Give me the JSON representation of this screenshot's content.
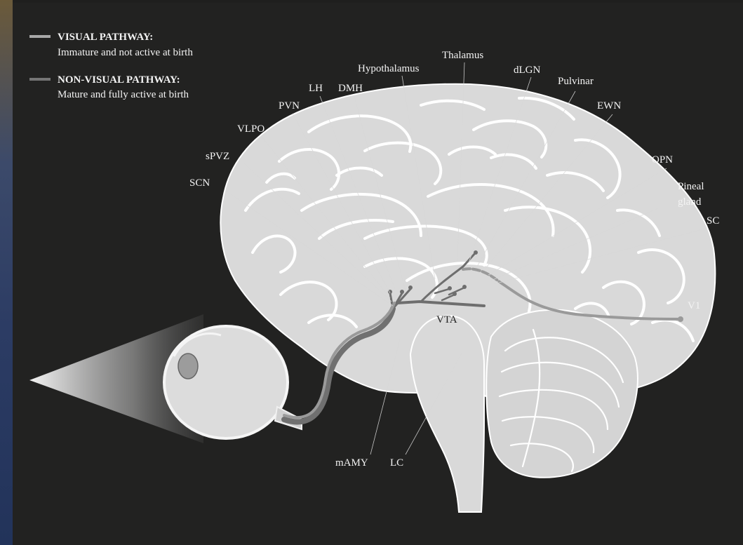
{
  "legend": {
    "visual_title": "VISUAL PATHWAY:",
    "visual_sub": "Immature and not active at birth",
    "nonvisual_title": "NON-VISUAL PATHWAY:",
    "nonvisual_sub": "Mature and fully active at birth"
  },
  "labels": {
    "thalamus": "Thalamus",
    "hypothalamus": "Hypothalamus",
    "dlgn": "dLGN",
    "pulvinar": "Pulvinar",
    "lh": "LH",
    "dmh": "DMH",
    "pvn": "PVN",
    "ewn": "EWN",
    "vlpo": "VLPO",
    "spvz": "sPVZ",
    "opn": "OPN",
    "scn": "SCN",
    "pineal_1": "Pineal",
    "pineal_2": "gland",
    "sc": "SC",
    "v1": "V1",
    "vta": "VTA",
    "mamy": "mAMY",
    "lc": "LC"
  },
  "colors": {
    "background": "#222221",
    "brain": "#d9d9d9",
    "visual_pathway": "#9a9a9a",
    "nonvisual_pathway": "#6e6e6e",
    "label": "#f3f3f3"
  }
}
